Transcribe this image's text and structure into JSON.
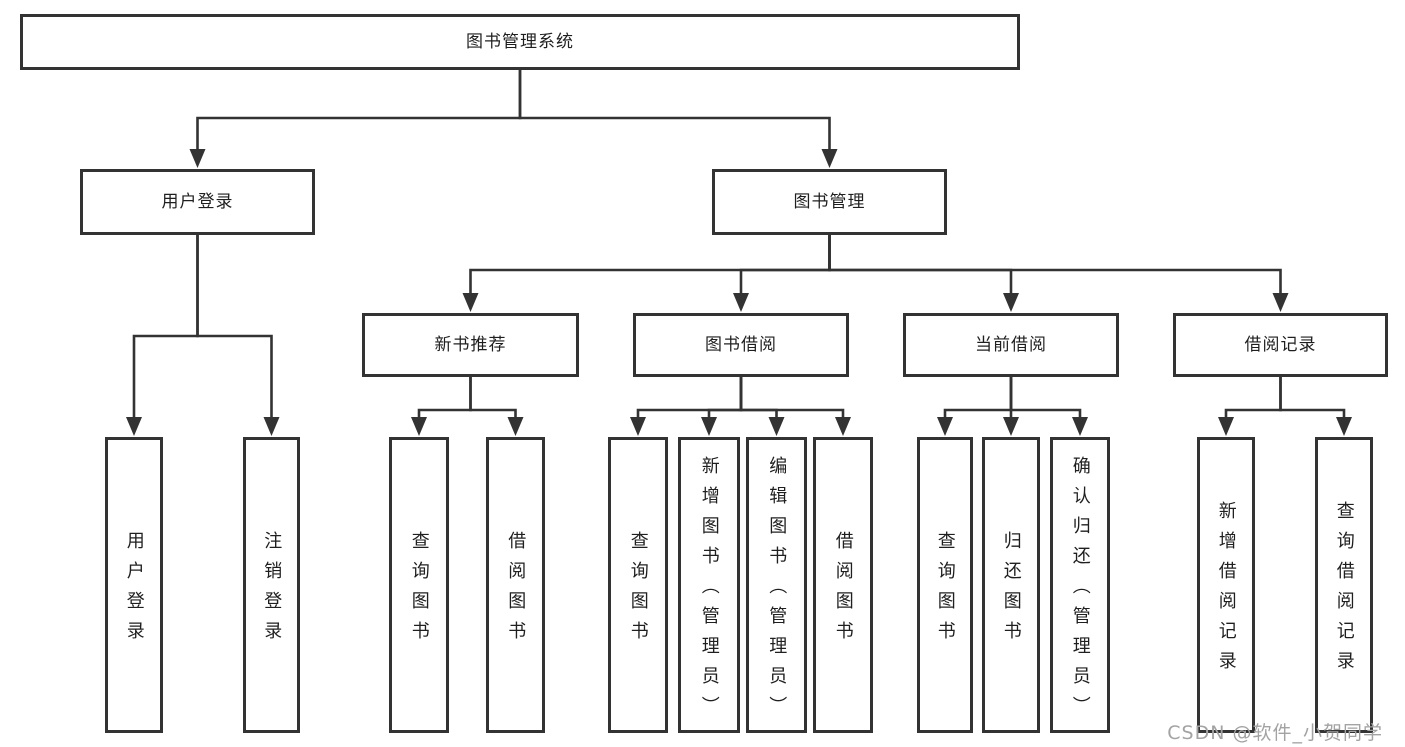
{
  "diagram": {
    "title": "图书管理系统",
    "nodes": [
      {
        "id": "root",
        "label": "图书管理系统",
        "orientation": "horizontal"
      },
      {
        "id": "user-login",
        "label": "用户登录",
        "orientation": "horizontal"
      },
      {
        "id": "book-mgmt",
        "label": "图书管理",
        "orientation": "horizontal"
      },
      {
        "id": "new-book-rec",
        "label": "新书推荐",
        "orientation": "horizontal"
      },
      {
        "id": "book-borrow",
        "label": "图书借阅",
        "orientation": "horizontal"
      },
      {
        "id": "current-borrow",
        "label": "当前借阅",
        "orientation": "horizontal"
      },
      {
        "id": "borrow-record",
        "label": "借阅记录",
        "orientation": "horizontal"
      },
      {
        "id": "ul-login",
        "label": "用户登录",
        "orientation": "vertical"
      },
      {
        "id": "ul-logout",
        "label": "注销登录",
        "orientation": "vertical"
      },
      {
        "id": "nb-query",
        "label": "查询图书",
        "orientation": "vertical"
      },
      {
        "id": "nb-borrow",
        "label": "借阅图书",
        "orientation": "vertical"
      },
      {
        "id": "bb-query",
        "label": "查询图书",
        "orientation": "vertical"
      },
      {
        "id": "bb-add",
        "label": "新增图书（管理员）",
        "orientation": "vertical"
      },
      {
        "id": "bb-edit",
        "label": "编辑图书（管理员）",
        "orientation": "vertical"
      },
      {
        "id": "bb-borrow",
        "label": "借阅图书",
        "orientation": "vertical"
      },
      {
        "id": "cb-query",
        "label": "查询图书",
        "orientation": "vertical"
      },
      {
        "id": "cb-return",
        "label": "归还图书",
        "orientation": "vertical"
      },
      {
        "id": "cb-confirm",
        "label": "确认归还（管理员）",
        "orientation": "vertical"
      },
      {
        "id": "br-add",
        "label": "新增借阅记录",
        "orientation": "vertical"
      },
      {
        "id": "br-query",
        "label": "查询借阅记录",
        "orientation": "vertical"
      }
    ],
    "edges": [
      {
        "from": "root",
        "to": "user-login"
      },
      {
        "from": "root",
        "to": "book-mgmt"
      },
      {
        "from": "user-login",
        "to": "ul-login"
      },
      {
        "from": "user-login",
        "to": "ul-logout"
      },
      {
        "from": "book-mgmt",
        "to": "new-book-rec"
      },
      {
        "from": "book-mgmt",
        "to": "book-borrow"
      },
      {
        "from": "book-mgmt",
        "to": "current-borrow"
      },
      {
        "from": "book-mgmt",
        "to": "borrow-record"
      },
      {
        "from": "new-book-rec",
        "to": "nb-query"
      },
      {
        "from": "new-book-rec",
        "to": "nb-borrow"
      },
      {
        "from": "book-borrow",
        "to": "bb-query"
      },
      {
        "from": "book-borrow",
        "to": "bb-add"
      },
      {
        "from": "book-borrow",
        "to": "bb-edit"
      },
      {
        "from": "book-borrow",
        "to": "bb-borrow"
      },
      {
        "from": "current-borrow",
        "to": "cb-query"
      },
      {
        "from": "current-borrow",
        "to": "cb-return"
      },
      {
        "from": "current-borrow",
        "to": "cb-confirm"
      },
      {
        "from": "borrow-record",
        "to": "br-add"
      },
      {
        "from": "borrow-record",
        "to": "br-query"
      }
    ],
    "colors": {
      "line": "#333333",
      "box_border": "#333333",
      "box_fill": "#ffffff",
      "text": "#1f1f1f",
      "watermark": "#a3a3a3"
    }
  },
  "watermark": {
    "text": "CSDN @软件_小贺同学"
  }
}
